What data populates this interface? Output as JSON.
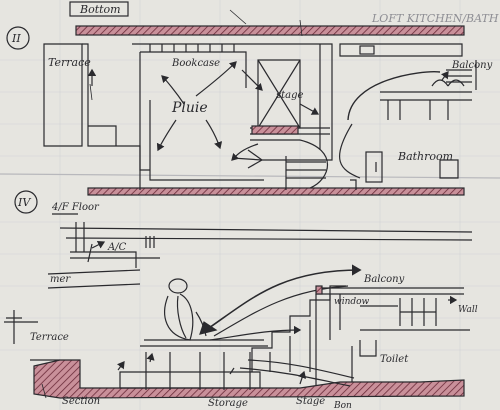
{
  "sheet": {
    "top": {
      "number": "II",
      "header": "Bottom",
      "title": "LOFT KITCHEN/BATH",
      "labels": {
        "terrace": "Terrace",
        "bookcase": "Bookcase",
        "pluie": "Pluie",
        "stage": "stage",
        "bathroom": "Bathroom",
        "balcony": "Balcony"
      }
    },
    "bottom": {
      "number": "IV",
      "header": "4/F Floor",
      "section": "Section",
      "labels": {
        "ac": "A/C",
        "beam": "mer",
        "terrace": "Terrace",
        "balcony": "Balcony",
        "window": "window",
        "wall": "Wall",
        "toilet": "Toilet",
        "storage": "Storage",
        "stage": "Stage",
        "bon": "Bon"
      }
    }
  },
  "colors": {
    "paper": "#e6e5e0",
    "ink": "#2a2a2e",
    "hatch": "#a04a5a",
    "grid": "#c8c8cc"
  }
}
